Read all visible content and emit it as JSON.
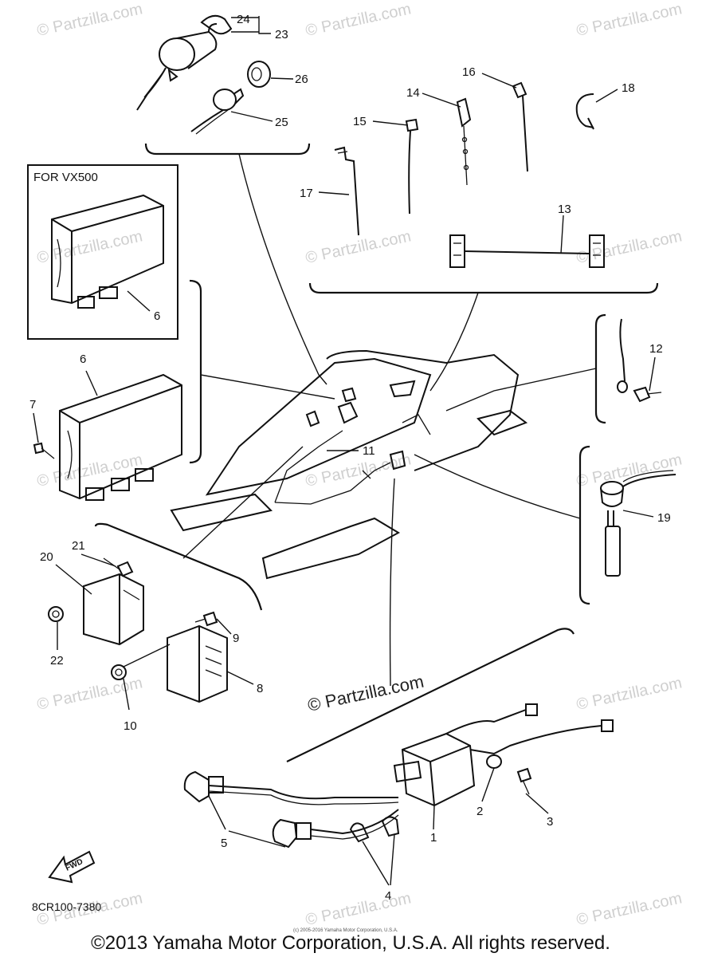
{
  "diagram": {
    "variant_label": "FOR VX500",
    "drawing_code": "8CR100-7380",
    "fwd_label": "FWD",
    "copyright": "©2013 Yamaha Motor Corporation, U.S.A. All rights reserved.",
    "small_copyright": "(c) 2005-2016 Yamaha Motor Corporation, U.S.A.",
    "watermark": "© Partzilla.com",
    "watermark_center": "© Partzilla.com",
    "callouts": {
      "c1": "1",
      "c2": "2",
      "c3": "3",
      "c4": "4",
      "c5": "5",
      "c6a": "6",
      "c6b": "6",
      "c7": "7",
      "c8": "8",
      "c9": "9",
      "c10": "10",
      "c11": "11",
      "c12": "12",
      "c13": "13",
      "c14": "14",
      "c15": "15",
      "c16": "16",
      "c17": "17",
      "c18": "18",
      "c19": "19",
      "c20": "20",
      "c21": "21",
      "c22": "22",
      "c23": "23",
      "c24": "24",
      "c25": "25",
      "c26": "26"
    }
  }
}
